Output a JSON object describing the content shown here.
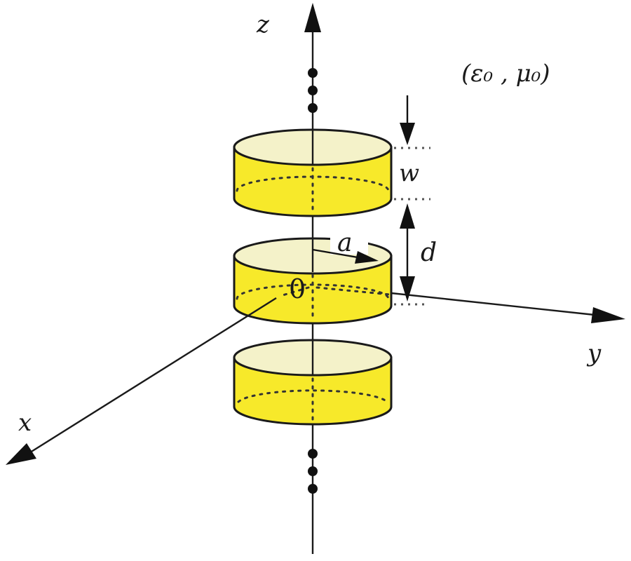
{
  "diagram": {
    "description": "Periodic stack of dielectric disks along the z axis in free space",
    "medium_label": "(ε₀ , μ₀)",
    "colors": {
      "disk_side": "#f7e92a",
      "disk_top": "#f4f2c9",
      "stroke": "#1a1a1a",
      "background": "#ffffff"
    },
    "axes": {
      "x": {
        "label": "x"
      },
      "y": {
        "label": "y"
      },
      "z": {
        "label": "z"
      }
    },
    "origin_label": "0",
    "dimensions": {
      "radius": {
        "label": "a"
      },
      "thickness": {
        "label": "w"
      },
      "period": {
        "label": "d"
      }
    },
    "disks": [
      {
        "name": "upper-disk"
      },
      {
        "name": "center-disk"
      },
      {
        "name": "lower-disk"
      }
    ],
    "continuation_dots": {
      "above": 3,
      "below": 3
    }
  }
}
